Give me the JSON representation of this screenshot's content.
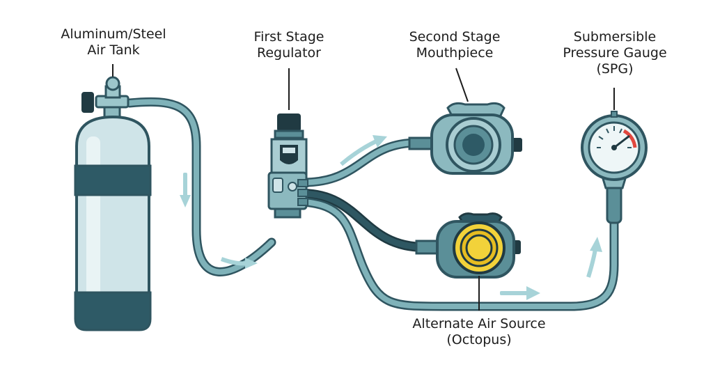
{
  "labels": {
    "tank": {
      "line1": "Aluminum/Steel",
      "line2": "Air Tank"
    },
    "first_stage": {
      "line1": "First Stage",
      "line2": "Regulator"
    },
    "second_stage": {
      "line1": "Second Stage",
      "line2": "Mouthpiece"
    },
    "spg": {
      "line1": "Submersible",
      "line2": "Pressure Gauge",
      "line3": "(SPG)"
    },
    "octopus": {
      "line1": "Alternate Air Source",
      "line2": "(Octopus)"
    }
  },
  "colors": {
    "outline": "#2f5560",
    "hose": "#5b8f98",
    "hose_light": "#8dbcc2",
    "tank_body": "#cfe4e8",
    "tank_band": "#2e5a66",
    "dark": "#203a42",
    "octopus_yellow": "#f2d23a",
    "arrow": "#a7d3d8"
  }
}
